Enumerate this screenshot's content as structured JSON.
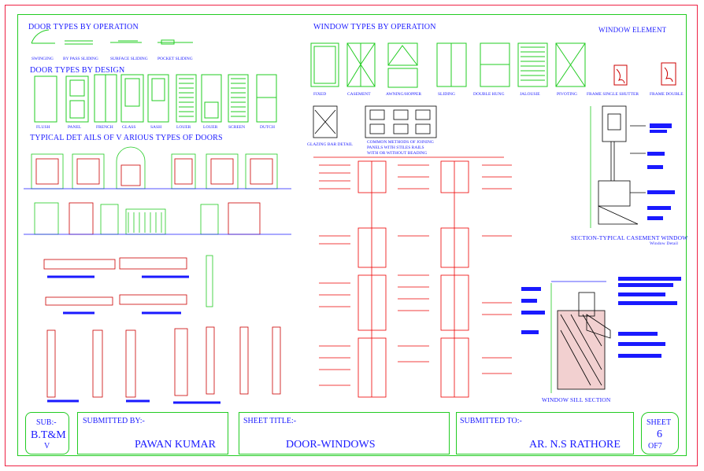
{
  "headings": {
    "door_op": "DOOR TYPES BY OPERATION",
    "door_design": "DOOR TYPES BY DESIGN",
    "typical": "TYPICAL DET AILS OF V ARIOUS TYPES OF DOORS",
    "window_op": "WINDOW TYPES BY OPERATION",
    "window_element": "WINDOW ELEMENT",
    "section_casement": "SECTION-TYPICAL CASEMENT WINDOW",
    "window_detail_sub": "Window Detail",
    "sill_section": "WINDOW SILL SECTION"
  },
  "door_op_labels": [
    "SWINGING",
    "BY PASS SLIDING",
    "SURFACE SLIDING",
    "POCKET SLIDING"
  ],
  "door_design_labels": [
    "FLUSH",
    "PANEL",
    "FRENCH",
    "GLASS",
    "SASH",
    "LOUER",
    "LOUER",
    "SCREEN",
    "DUTCH"
  ],
  "window_op_labels": [
    "FIXED",
    "CASEMENT",
    "AWNING/HOPPER",
    "SLIDING",
    "DOUBLE HUNG",
    "JALOUSIE",
    "PIVOTING",
    "FRAME SINGLE SHUTTER",
    "FRAME DOUBLE"
  ],
  "glazing_label": "GLAZING BAR DETAIL",
  "joining_label_1": "COMMON METHODS OF JOINING",
  "joining_label_2": "PANELS WITH STILES RAILS",
  "joining_label_3": "WITH OR WITHOUT BEADING",
  "title_block": {
    "sub_label": "SUB:-",
    "sub_value": "B.T&M",
    "sub_roman": "V",
    "submitted_by_label": "SUBMITTED BY:-",
    "submitted_by_value": "PAWAN KUMAR",
    "sheet_title_label": "SHEET TITLE:-",
    "sheet_title_value": "DOOR-WINDOWS",
    "submitted_to_label": "SUBMITTED TO:-",
    "submitted_to_value": "AR. N.S RATHORE",
    "sheet_label": "SHEET",
    "sheet_no": "6",
    "sheet_of": "OF7"
  }
}
